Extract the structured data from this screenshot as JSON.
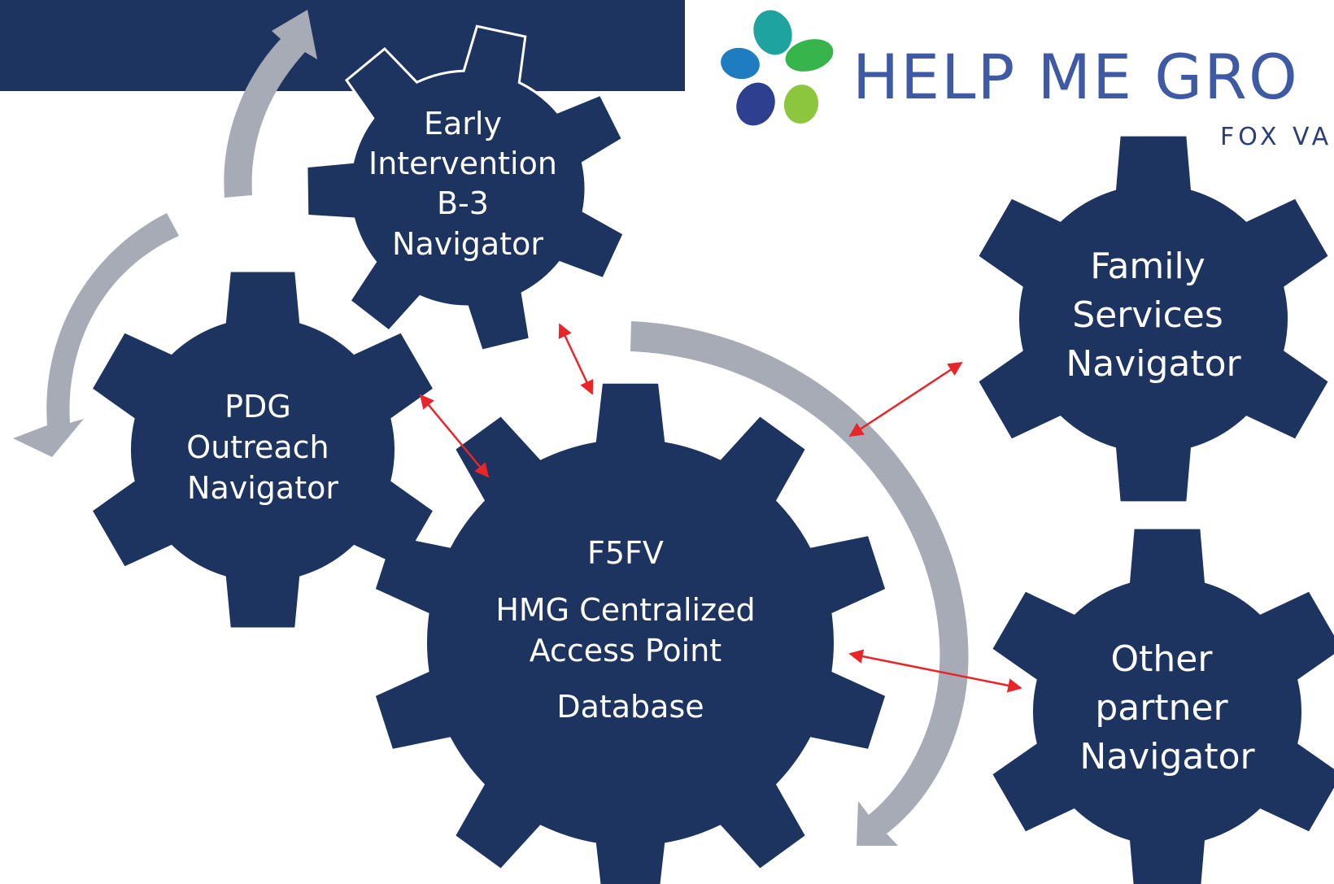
{
  "logo": {
    "title": "HELP ME GRO",
    "subtitle": "FOX VA",
    "petal_colors": [
      "#1fa3a0",
      "#37b44b",
      "#1e7cc1",
      "#8cc63f",
      "#2e3f8f"
    ]
  },
  "colors": {
    "gear_fill": "#1d3461",
    "banner_fill": "#1d3461",
    "cycle_arrow": "#a7abb5",
    "link_arrow": "#e8262a",
    "label_text": "#ffffff"
  },
  "gears": {
    "early_intervention": {
      "lines": [
        "Early",
        "Intervention",
        "B-3",
        "Navigator"
      ]
    },
    "pdg_outreach": {
      "lines": [
        "PDG",
        "Outreach",
        "Navigator"
      ]
    },
    "central": {
      "lines": [
        "F5FV",
        "HMG Centralized",
        "Access Point",
        "Database"
      ]
    },
    "family_services": {
      "lines": [
        "Family",
        "Services",
        "Navigator"
      ]
    },
    "other_partner": {
      "lines": [
        "Other",
        "partner",
        "Navigator"
      ]
    }
  }
}
